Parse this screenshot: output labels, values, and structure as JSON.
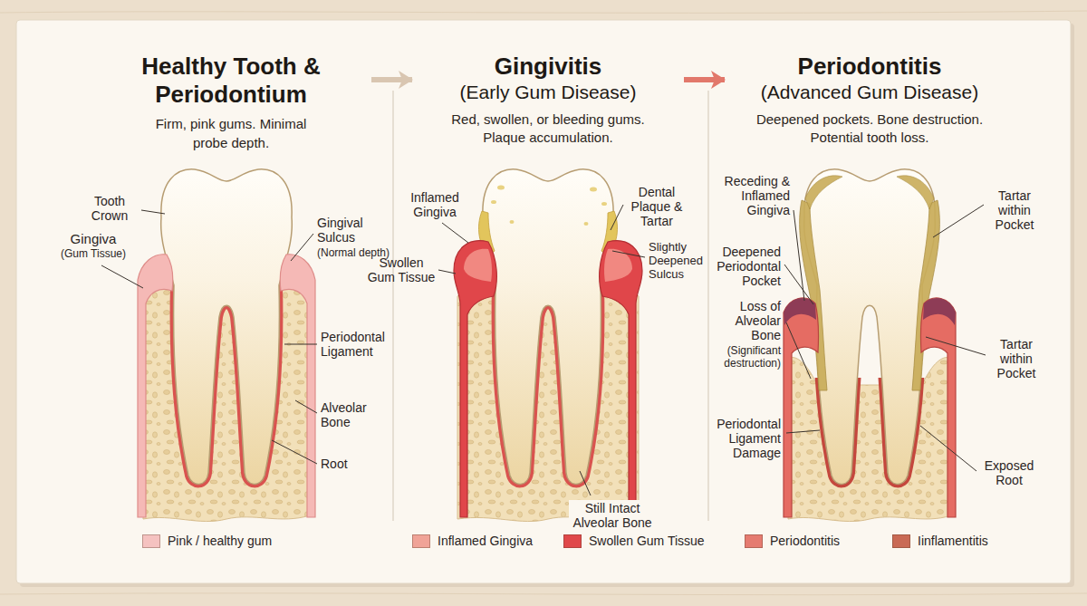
{
  "diagram": {
    "nodes": [
      {
        "text": [
          "Healthy Tooth & Periodontium",
          "Firm, pink gums. Minimal probe depth."
        ]
      },
      {
        "text": [
          "Gingivitis",
          "(Early Gum Disease)",
          "Red, swollen, or bleeding gums. Plaque accumulation."
        ]
      },
      {
        "text": [
          "Periodontitis",
          "(Advanced Gum Disease)",
          "Deepened pockets. Bone destruction. Potential tooth loss."
        ]
      }
    ],
    "edges": [
      {
        "from": 0,
        "to": 1,
        "arrow": "to"
      },
      {
        "from": 1,
        "to": 2,
        "arrow": "to"
      }
    ],
    "labels": [
      "Tooth Crown",
      "Gingiva",
      "(Gum Tissue)",
      "Gingival Sulcus",
      "(Normal depth)",
      "Periodontal Ligament",
      "Alveolar Bone",
      "Root",
      "Inflamed Gingiva",
      "Swollen Gum Tissue",
      "Dental Plaque & Tartar",
      "Slightly Deepened Sulcus",
      "Still Intact Alveolar Bone",
      "Receding & Inflamed Gingiva",
      "Deepened Periodontal Pocket",
      "Loss of Alveolar Bone",
      "(Significant destruction)",
      "Periodontal Ligament Damage",
      "Tartar within Pocket",
      "Tartar within Pocket",
      "Exposed Root"
    ],
    "legend": [
      {
        "text": "Pink / healthy gum",
        "color": "#f5c2c0"
      },
      {
        "text": "Inflamed Gingiva",
        "color": "#f0a397"
      },
      {
        "text": "Swollen Gum Tissue",
        "color": "#e0484a"
      },
      {
        "text": "Periodontitis",
        "color": "#e57b70"
      },
      {
        "text": "Iinflamentitis",
        "color": "#c96a55"
      }
    ]
  }
}
